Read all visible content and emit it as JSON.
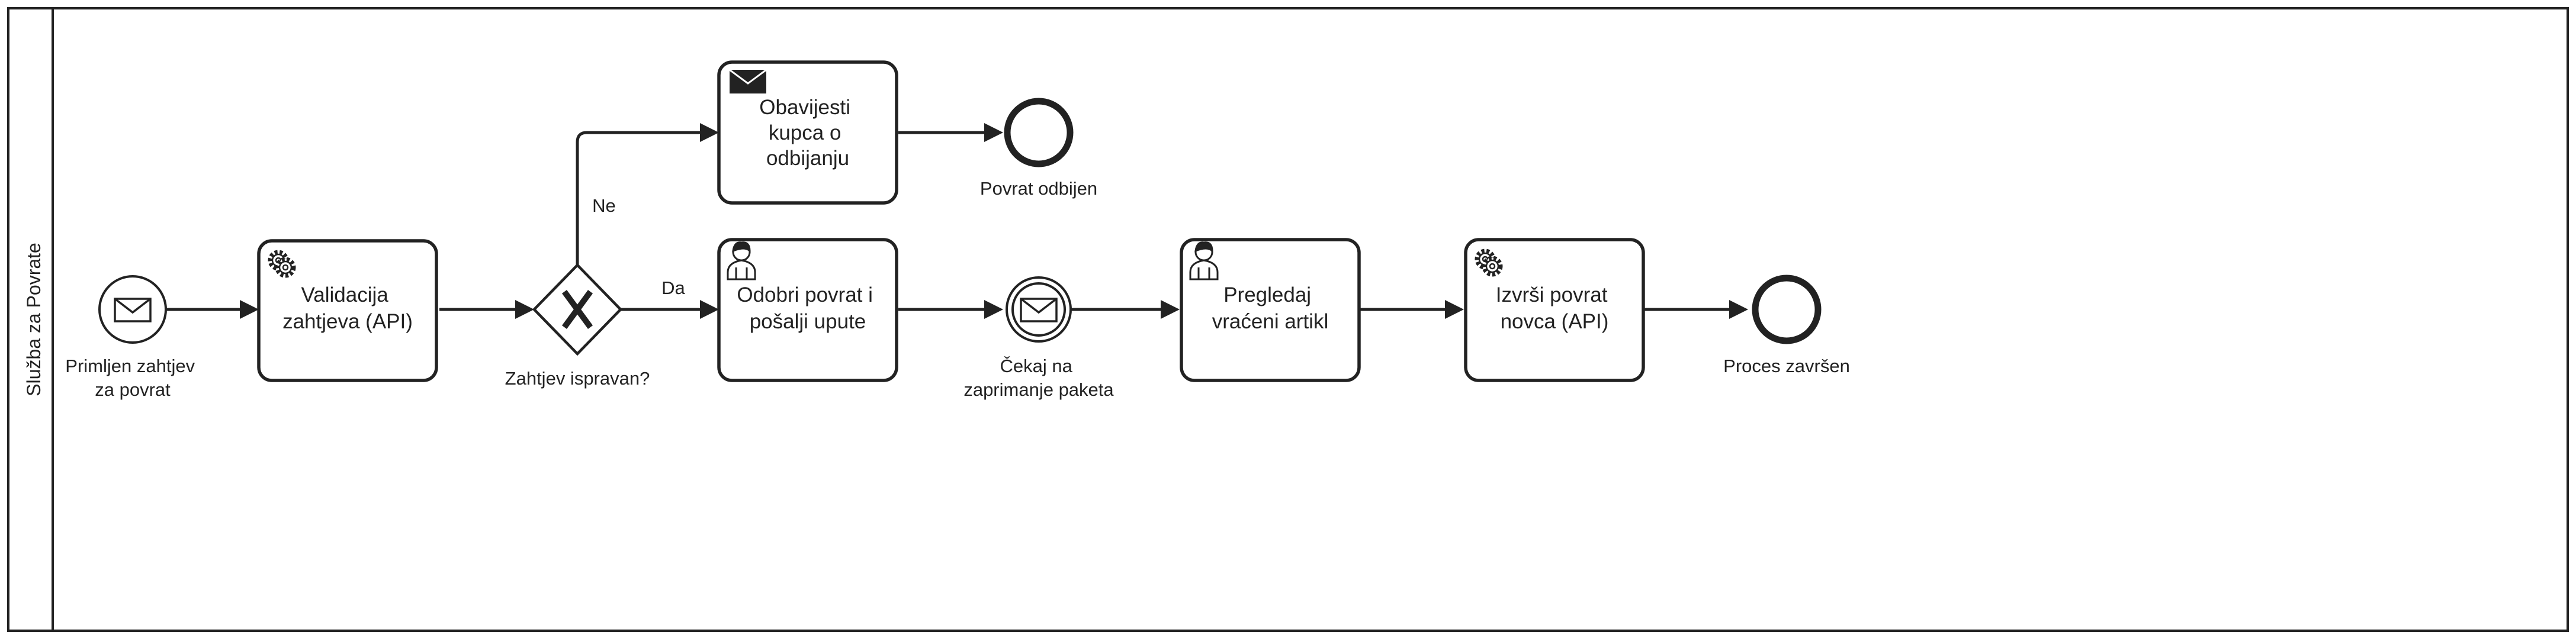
{
  "lane": {
    "label": "Služba za Povrate"
  },
  "events": {
    "start": {
      "label_lines": [
        "Primljen zahtjev",
        "za povrat"
      ],
      "icon": "envelope-icon"
    },
    "end_rejected": {
      "label_lines": [
        "Povrat odbijen"
      ]
    },
    "catch_message": {
      "label_lines": [
        "Čekaj na",
        "zaprimanje paketa"
      ],
      "icon": "envelope-icon"
    },
    "end_done": {
      "label_lines": [
        "Proces završen"
      ]
    }
  },
  "tasks": {
    "validate": {
      "lines": [
        "Validacija",
        "zahtjeva (API)"
      ],
      "type": "service",
      "icon": "gear-icon"
    },
    "notify": {
      "lines": [
        "Obavijesti",
        "kupca o",
        "odbijanju"
      ],
      "type": "send",
      "icon": "envelope-filled-icon"
    },
    "approve": {
      "lines": [
        "Odobri povrat i",
        "pošalji upute"
      ],
      "type": "user",
      "icon": "user-icon"
    },
    "review": {
      "lines": [
        "Pregledaj",
        "vraćeni artikl"
      ],
      "type": "user",
      "icon": "user-icon"
    },
    "refund": {
      "lines": [
        "Izvrši povrat",
        "novca (API)"
      ],
      "type": "service",
      "icon": "gear-icon"
    }
  },
  "gateway": {
    "label": "Zahtjev ispravan?",
    "marker": "X",
    "icon": "exclusive-gateway-icon"
  },
  "flows": {
    "no_label": "Ne",
    "yes_label": "Da"
  },
  "colors": {
    "stroke": "#222222",
    "background": "#ffffff"
  }
}
